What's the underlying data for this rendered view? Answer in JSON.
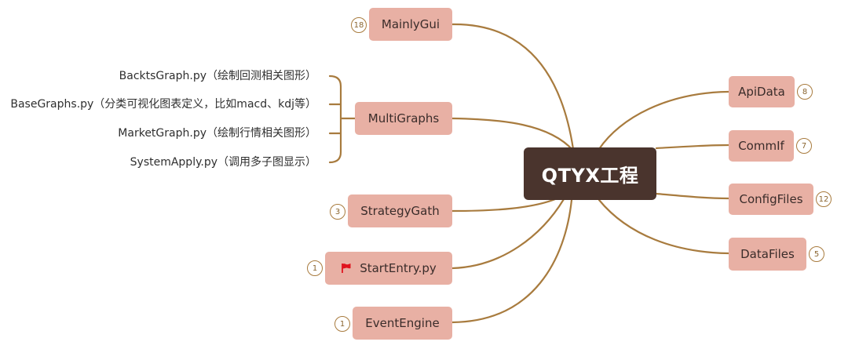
{
  "root": {
    "label": "QTYX工程"
  },
  "left_nodes": {
    "mainlygui": {
      "label": "MainlyGui",
      "badge": "18"
    },
    "multigraphs": {
      "label": "MultiGraphs"
    },
    "strategygath": {
      "label": "StrategyGath",
      "badge": "3"
    },
    "startentry": {
      "label": "StartEntry.py",
      "badge": "1",
      "icon": "red-flag-icon"
    },
    "eventengine": {
      "label": "EventEngine",
      "badge": "1"
    }
  },
  "multigraphs_children": [
    "BacktsGraph.py（绘制回测相关图形）",
    "BaseGraphs.py（分类可视化图表定义，比如macd、kdj等）",
    "MarketGraph.py（绘制行情相关图形）",
    "SystemApply.py（调用多子图显示）"
  ],
  "right_nodes": {
    "apidata": {
      "label": "ApiData",
      "badge": "8"
    },
    "commif": {
      "label": "CommIf",
      "badge": "7"
    },
    "configfiles": {
      "label": "ConfigFiles",
      "badge": "12"
    },
    "datafiles": {
      "label": "DataFiles",
      "badge": "5"
    }
  },
  "colors": {
    "root_fill": "#4a342d",
    "node_fill": "#e8b0a4",
    "connector": "#a87b3e",
    "flag": "#e0141e"
  }
}
